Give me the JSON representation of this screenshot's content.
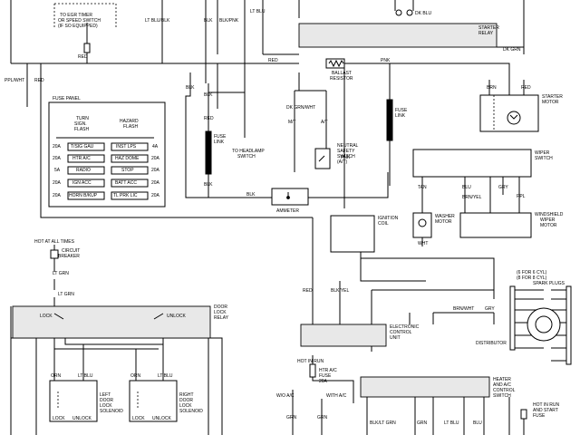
{
  "labels": {
    "egr": [
      "TO EGR TIMER",
      "OR SPEED SWITCH",
      "(IF SO EQUIPPED)"
    ],
    "red_top": "RED",
    "lt_blu_blk": "LT BLU/BLK",
    "blk_top": "BLK",
    "blk_pnk": "BLK/PNK",
    "lt_blu_top": "LT BLU",
    "dk_blu": "DK BLU",
    "starter_relay": [
      "STARTER",
      "RELAY"
    ],
    "dk_grn": "DK GRN",
    "red_mid": "RED",
    "ballast": [
      "BALLAST",
      "RESISTOR"
    ],
    "pnk_mid": "PNK",
    "ppl_wht": "PPL/WHT",
    "red_left": "RED",
    "blk_a": "BLK",
    "blk_b": "BLK",
    "brn_start": "BRN",
    "red_start": "RED",
    "starter_motor": [
      "STARTER",
      "MOTOR"
    ],
    "fuse_panel": "FUSE PANEL",
    "turn_flash": [
      "TURN",
      "SIGN.",
      "FLASH"
    ],
    "hazard_flash": [
      "HAZARD",
      "FLASH"
    ],
    "fuses": [
      {
        "amp_l": "20A",
        "left": "T/SIG GAU",
        "right": "INST LPS",
        "amp_r": "4A"
      },
      {
        "amp_l": "20A",
        "left": "HTR A/C",
        "right": "HAZ DOME",
        "amp_r": "20A"
      },
      {
        "amp_l": "5A",
        "left": "RADIO",
        "right": "STOP",
        "amp_r": "20A"
      },
      {
        "amp_l": "20A",
        "left": "IGN ACC",
        "right": "BATT ACC",
        "amp_r": "20A"
      },
      {
        "amp_l": "20A",
        "left": "HORN B/KUP",
        "right": "TL PRK LIC",
        "amp_r": "20A"
      }
    ],
    "red_fuse": "RED",
    "fuse_link_left": [
      "FUSE",
      "LINK"
    ],
    "blk_fuse": "BLK",
    "headlamp": [
      "TO HEADLAMP",
      "SWITCH"
    ],
    "dk_grn_wht": "DK GRN/WHT",
    "mt": "M/T",
    "at": "A/T",
    "neutral": [
      "NEUTRAL",
      "SAFETY",
      "SWITCH",
      "(A/T)"
    ],
    "fuse_link_right": [
      "FUSE",
      "LINK"
    ],
    "pnk_right": "PNK",
    "wiper_switch": [
      "WIPER",
      "SWITCH"
    ],
    "blk_amm": "BLK",
    "ammeter": "AMMETER",
    "tan": "TAN",
    "blu": "BLU",
    "gry": "GRY",
    "ppl": "PPL",
    "brn_yel": "BRN/YEL",
    "ignition_coil": [
      "IGNITION",
      "COIL"
    ],
    "washer_motor": [
      "WASHER",
      "MOTOR"
    ],
    "wht": "WHT",
    "windshield": [
      "WINDSHIELD",
      "WIPER",
      "MOTOR"
    ],
    "hot_all_times": "HOT AT ALL TIMES",
    "circuit_breaker": [
      "CIRCUIT",
      "BREAKER"
    ],
    "lt_grn_a": "LT GRN",
    "lt_grn_b": "LT GRN",
    "spark_plugs": [
      "(6 FOR 6 CYL)",
      "(8 FOR 8 CYL)",
      "SPARK PLUGS"
    ],
    "door_lock_relay": [
      "DOOR",
      "LOCK",
      "RELAY"
    ],
    "lock_l": "LOCK",
    "unlock_r": "UNLOCK",
    "red_ecu": "RED",
    "blk_yel": "BLK/YEL",
    "brn_wht": "BRN/WHT",
    "gry_ecu": "GRY",
    "ecu": [
      "ELECTRONIC",
      "CONTROL",
      "UNIT"
    ],
    "distributor": "DISTRIBUTOR",
    "orn_l": "ORN",
    "lt_blu_l": "LT BLU",
    "orn_r": "ORN",
    "lt_blu_r": "LT BLU",
    "left_sol": [
      "LEFT",
      "DOOR",
      "LOCK",
      "SOLENOID"
    ],
    "right_sol": [
      "RIGHT",
      "DOOR",
      "LOCK",
      "SOLENOID"
    ],
    "lock_sl": "LOCK",
    "unlock_sl": "UNLOCK",
    "lock_sr": "LOCK",
    "unlock_sr": "UNLOCK",
    "hot_in_run": "HOT IN RUN",
    "htr_fuse": [
      "HTR A/C",
      "FUSE",
      "20A"
    ],
    "wo_ac": "W/O A/C",
    "with_ac": "WITH A/C",
    "grn_a": "GRN",
    "grn_b": "GRN",
    "heater_switch": [
      "HEATER",
      "AND A/C",
      "CONTROL",
      "SWITCH"
    ],
    "blk_lt_grn": "BLK/LT GRN",
    "grn_c": "GRN",
    "lt_blu_h": "LT BLU",
    "blu_h": "BLU",
    "hot_run_start": [
      "HOT IN RUN",
      "AND START",
      "FUSE"
    ]
  }
}
